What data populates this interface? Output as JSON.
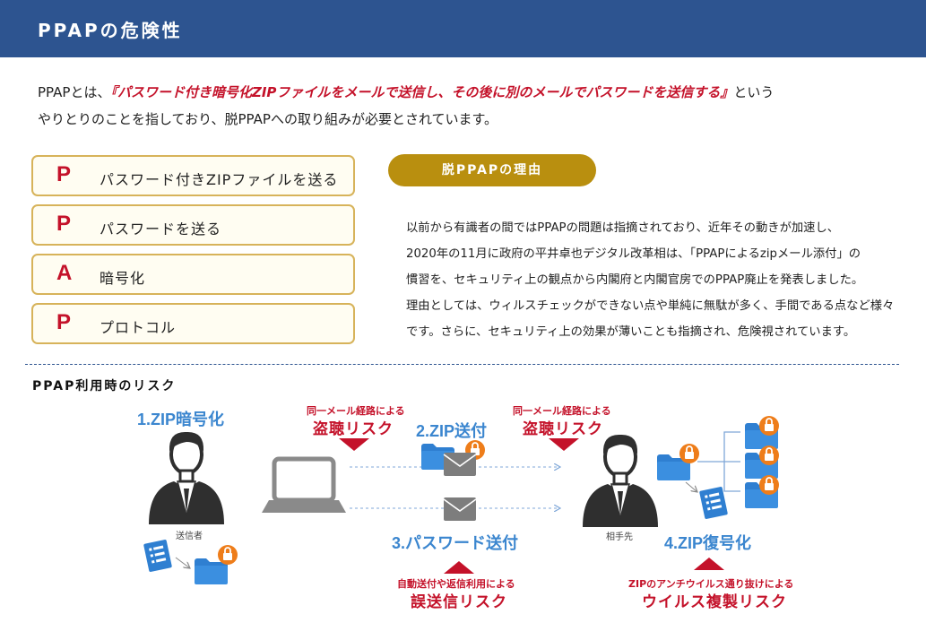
{
  "header": {
    "title": "PPAPの危険性"
  },
  "intro": {
    "prefix": "PPAPとは、",
    "highlight": "『パスワード付き暗号化ZIPファイルをメールで送信し、その後に別のメールでパスワードを送信する』",
    "suffix": "という",
    "line2": "やりとりのことを指しており、脱PPAPへの取り組みが必要とされています。"
  },
  "acronym": [
    {
      "letter": "P",
      "text": "パスワード付きZIPファイルを送る"
    },
    {
      "letter": "P",
      "text": "パスワードを送る"
    },
    {
      "letter": "A",
      "text": "暗号化"
    },
    {
      "letter": "P",
      "text": "プロトコル"
    }
  ],
  "reason": {
    "title": "脱PPAPの理由",
    "lines": [
      "以前から有識者の間ではPPAPの問題は指摘されており、近年その動きが加速し、",
      "2020年の11月に政府の平井卓也デジタル改革相は、「PPAPによるzipメール添付」の",
      "慣習を、セキュリティ上の観点から内閣府と内閣官房でのPPAP廃止を発表しました。",
      "理由としては、ウィルスチェックができない点や単純に無駄が多く、手間である点など様々",
      "です。さらに、セキュリティ上の効果が薄いことも指摘され、危険視されています。"
    ]
  },
  "risks": {
    "heading": "PPAP利用時のリスク",
    "steps": {
      "zip_encrypt": "1.ZIP暗号化",
      "zip_send": "2.ZIP送付",
      "password_send": "3.パスワード送付",
      "zip_decrypt": "4.ZIP復号化"
    },
    "sender_label": "送信者",
    "receiver_label": "相手先",
    "eavesdrop1": {
      "small": "同一メール経路による",
      "big": "盗聴リスク"
    },
    "eavesdrop2": {
      "small": "同一メール経路による",
      "big": "盗聴リスク"
    },
    "misdelivery": {
      "small": "自動送付や返信利用による",
      "big": "誤送信リスク"
    },
    "virus": {
      "small": "ZIPのアンチウイルス通り抜けによる",
      "big": "ウイルス複製リスク"
    }
  },
  "colors": {
    "header": "#2d5490",
    "accent_red": "#c4122a",
    "gold": "#b98f0f",
    "step_blue": "#3b86cf",
    "folder_blue": "#2f7fd1",
    "lock_orange": "#ee7d1a"
  }
}
